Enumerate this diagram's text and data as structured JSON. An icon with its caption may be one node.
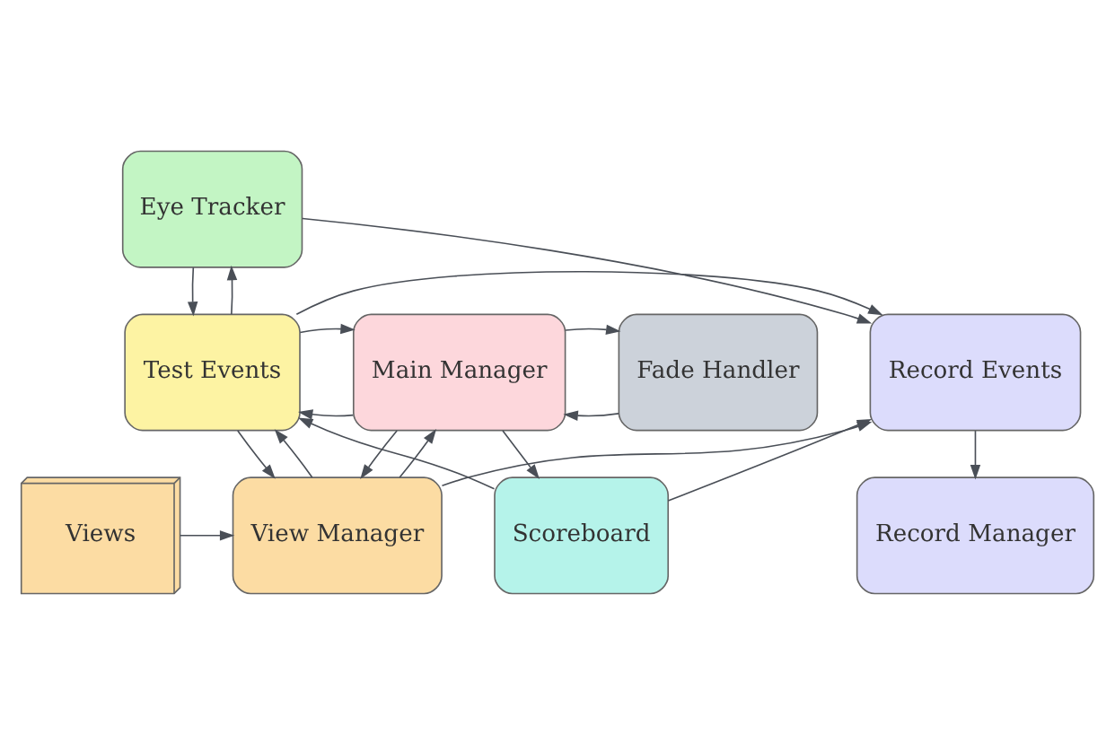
{
  "diagram": {
    "nodes": [
      {
        "text": [
          "Eye Tracker"
        ]
      },
      {
        "text": [
          "Scoreboard"
        ]
      },
      {
        "text": [
          "Record Events"
        ]
      },
      {
        "text": [
          "Test Events"
        ]
      },
      {
        "text": [
          "Main Manager"
        ]
      },
      {
        "text": [
          "Fade Handler"
        ]
      },
      {
        "text": [
          "Record Manager"
        ]
      },
      {
        "text": [
          "View Manager"
        ]
      },
      {
        "text": [
          "Views"
        ]
      }
    ],
    "edges": [
      {
        "from": 0,
        "to": 2,
        "arrow": "to"
      },
      {
        "from": 3,
        "to": 0,
        "arrow": "to"
      },
      {
        "from": 0,
        "to": 3,
        "arrow": "to"
      },
      {
        "from": 1,
        "to": 2,
        "arrow": "to"
      },
      {
        "from": 1,
        "to": 3,
        "arrow": "to"
      },
      {
        "from": 4,
        "to": 1,
        "arrow": "to"
      },
      {
        "from": 3,
        "to": 2,
        "arrow": "to"
      },
      {
        "from": 4,
        "to": 3,
        "arrow": "to"
      },
      {
        "from": 3,
        "to": 4,
        "arrow": "to"
      },
      {
        "from": 5,
        "to": 4,
        "arrow": "to"
      },
      {
        "from": 4,
        "to": 5,
        "arrow": "to"
      },
      {
        "from": 7,
        "to": 4,
        "arrow": "to"
      },
      {
        "from": 4,
        "to": 7,
        "arrow": "to"
      },
      {
        "from": 3,
        "to": 7,
        "arrow": "to"
      },
      {
        "from": 7,
        "to": 3,
        "arrow": "to"
      },
      {
        "from": 7,
        "to": 2,
        "arrow": "to"
      },
      {
        "from": 8,
        "to": 7,
        "arrow": "to"
      },
      {
        "from": 2,
        "to": 6,
        "arrow": "to"
      }
    ]
  }
}
